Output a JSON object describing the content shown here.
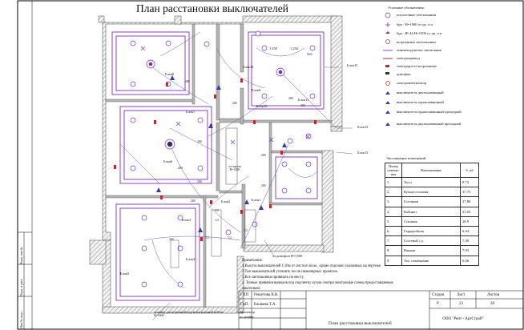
{
  "title": "План расстановки выключателей",
  "legend": {
    "heading": "Условные обозначения:",
    "items": [
      "потолочные светильники",
      "бра - Н=1900 от ур. ч.п.",
      "бра - IP-44 Н=1500 от ур. ч.п.",
      "встроенные светильники",
      "линия/подсветка светильник",
      "электропривод",
      "электроротте встроенные",
      "домофон",
      "электровентилятор",
      "выключатель двухклавишный",
      "выключатель одноклавишный",
      "выключатель одноклавишный проходной",
      "выключатель двухклавишный проходной"
    ]
  },
  "rooms_table": {
    "heading": "Экспликация помещений",
    "headers": [
      "Номер помеще-ния",
      "Наименование",
      "S, м2"
    ],
    "rows": [
      [
        "1.",
        "Холл",
        "8.73"
      ],
      [
        "2.",
        "Кухня-столовая",
        "37.73"
      ],
      [
        "3.",
        "Гостиная",
        "27.86"
      ],
      [
        "4.",
        "Кабинет",
        "21.05"
      ],
      [
        "5.",
        "Спальня",
        "28.9"
      ],
      [
        "6.",
        "Гардеробная",
        "6.44"
      ],
      [
        "7.",
        "Гостевой с.у.",
        "7.49"
      ],
      [
        "8.",
        "Ванная",
        "7.93"
      ],
      [
        "9.",
        "Тех. помещение",
        "6.06"
      ]
    ]
  },
  "notes": {
    "heading": "Примечание:",
    "lines": [
      "1.Высота выключателей 1,18м от   чистого пола , кроме отдельно указанных на чертеже.",
      "2.Тип выключателей уточнить после инженерных проектов.",
      "3.Все светильники привязать по месту.",
      "4. Точные привязки выводов под подсветку кухни смотри монтажные схемы предоставляемые",
      "заказчиком."
    ]
  },
  "plan": {
    "blocks": [
      "Блок8",
      "Блок7",
      "Блок6",
      "Блок5",
      "Блок3",
      "Блок4",
      "Блок2",
      "Блок1",
      "Блок9",
      "Блок10",
      "Блок11",
      "Блок12",
      "Блок13",
      "Блок14",
      "Блок15"
    ],
    "dims": [
      "1 250",
      "1 250",
      "563",
      "200",
      "200",
      "200",
      "200",
      "400",
      "200",
      "200",
      "200",
      "200",
      "200",
      "200"
    ],
    "dim_pairs": [
      "1/2",
      "1/2",
      "1/2",
      "1/2",
      "1/2"
    ],
    "labels": {
      "intercom": "эл.домофон Н=1500",
      "shield": "эл. щиток Н=1500",
      "kitchen_out": "эл.вывод для встроенной подсветки кухонной мебели Н=1600"
    }
  },
  "stamp": {
    "roles": [
      "ГИП",
      "ГАП",
      "Архитектор"
    ],
    "names": [
      "Решетова В.В.",
      "Ежакова Т.А.",
      "по дизайну"
    ],
    "col_headers": [
      "Стадия",
      "Лист",
      "Листов"
    ],
    "col_values": [
      "Р",
      "23",
      "28"
    ],
    "sheet_title": "План расстановки выключателей",
    "company": "ООО \"Рент - АртСтрой\""
  },
  "side_strip": [
    "Взам. инв.№",
    "Подп. и дата",
    "Инв.№ подл."
  ],
  "colors": {
    "wall": "#9a9a9a",
    "wire": "#6b5aa8",
    "fixture": "#7b2fbf",
    "switch": "#c0282e",
    "hatch": "#8c8c8c"
  }
}
